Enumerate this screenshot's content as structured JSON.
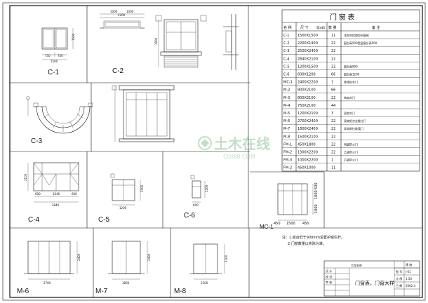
{
  "schedule": {
    "title": "门 窗 表",
    "headers": [
      "名 称",
      "尺 寸",
      "数 量",
      "备 注"
    ],
    "header_note": "(宽x高)",
    "rows": [
      {
        "name": "C-1",
        "size": "1500X1500",
        "qty": "11",
        "note": "浅灰色铝塑型材窗框"
      },
      {
        "name": "C-2",
        "size": "2200X1900",
        "qty": "22",
        "note": "窗台高500宽层窗台高500"
      },
      {
        "name": "C-3",
        "size": "2500X2400",
        "qty": "22",
        "note": ""
      },
      {
        "name": "C-4",
        "size": "2840X2100",
        "qty": "22",
        "note": ""
      },
      {
        "name": "C-5",
        "size": "1200X1500",
        "qty": "22",
        "note": "窗台高900"
      },
      {
        "name": "C-6",
        "size": "600X1200",
        "qty": "66",
        "note": "窗台高1200"
      },
      {
        "name": "MC-1",
        "size": "2400X2200",
        "qty": "1",
        "note": "玻璃铝合门"
      },
      {
        "name": "M-2",
        "size": "900X2100",
        "qty": "66",
        "note": ""
      },
      {
        "name": "M-3",
        "size": "800X2100",
        "qty": "22",
        "note": "单扇木门"
      },
      {
        "name": "M-4",
        "size": "750X2100",
        "qty": "44",
        "note": ""
      },
      {
        "name": "M-5",
        "size": "1200X2100",
        "qty": "3",
        "note": "双扇木门"
      },
      {
        "name": "M-6",
        "size": "2700X2400",
        "qty": "22",
        "note": "双扇铝合金推拉门"
      },
      {
        "name": "M-7",
        "size": "1800X2400",
        "qty": "22",
        "note": "双扇推拉玻璃门"
      },
      {
        "name": "M-8",
        "size": "1500X2100",
        "qty": "22",
        "note": ""
      },
      {
        "name": "FM-1",
        "size": "450X1800",
        "qty": "22",
        "note": "丙级防火门"
      },
      {
        "name": "FM-2",
        "size": "1300X2200",
        "qty": "22",
        "note": "乙级防火门"
      },
      {
        "name": "FM-3",
        "size": "1000X2200",
        "qty": "1",
        "note": "乙级防火门"
      },
      {
        "name": "FM-2",
        "size": "450X1000",
        "qty": "11",
        "note": ""
      }
    ]
  },
  "notes": [
    "注：1.窗台低于900mm设置护窗栏杆。",
    "2.门窗数量以实际为准。"
  ],
  "labels": {
    "c1": "C-1",
    "c2": "C-2",
    "c3": "C-3",
    "c4": "C-4",
    "c5": "C-5",
    "c6": "C-6",
    "mc1": "MC-1",
    "m6": "M-6",
    "m7": "M-7",
    "m8": "M-8"
  },
  "dims": {
    "c1_w": "1500",
    "c1_a": "750",
    "c1_b": "750",
    "c1_h": "1500",
    "c2_w": "2200",
    "c2_a": "1000",
    "c2_b": "1000",
    "c2_h": "1900",
    "c4_w": "2840",
    "c4_a": "600",
    "c4_b": "1640",
    "c4_c": "600",
    "c4_h": "2100",
    "c5_w": "1200",
    "c5_h": "1500",
    "c6_w": "600",
    "c6_h": "1200",
    "mc1_a": "450",
    "mc1_b": "1500",
    "mc1_c": "450",
    "mc1_h1": "1000",
    "mc1_h2": "1000",
    "mc1_h3": "500",
    "m6_w": "2700",
    "m6_h": "2400",
    "m7_w": "1800",
    "m7_h": "2400",
    "m8_w": "1500",
    "m8_h": "2100"
  },
  "watermark": {
    "cn": "土木在线",
    "en": "COI88.COM"
  },
  "titleblock": {
    "project_label": "工程名称",
    "design_label": "设 计",
    "check_label": "校 对",
    "approve_label": "审 核",
    "drawing_title": "门窗表，门窗大样",
    "sheet_no_label": "图 号",
    "sheet_no": "J-01",
    "scale_label": "比 例",
    "scale": "1:50",
    "date_label": "日 期",
    "date": "2002.4",
    "sub_label": "建 施"
  }
}
